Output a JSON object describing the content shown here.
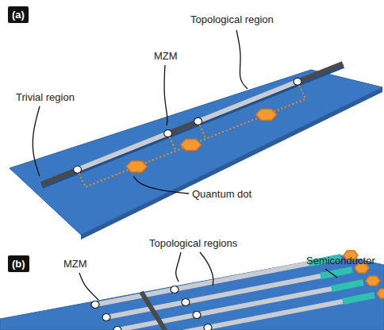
{
  "diagram": {
    "nodes": [
      {
        "text": [
          "(a)"
        ]
      },
      {
        "text": [
          "(b)"
        ]
      }
    ],
    "labels": [
      "Topological region",
      "MZM",
      "Trivial region",
      "Quantum dot",
      "Topological regions",
      "MZM",
      "Semiconductor"
    ]
  }
}
